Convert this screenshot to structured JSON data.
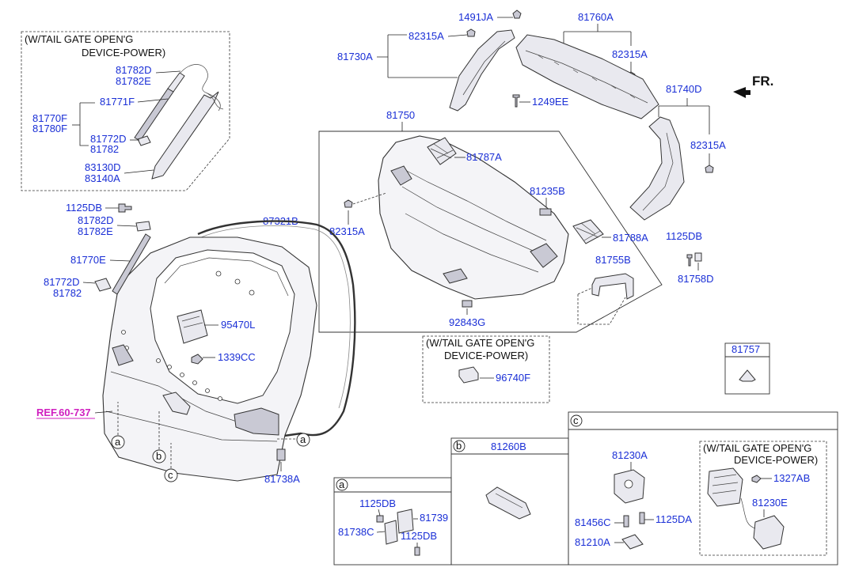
{
  "labels": {
    "p1491JA": "1491JA",
    "p81760A": "81760A",
    "p82315A_top": "82315A",
    "p81730A": "81730A",
    "p82315A_right_top": "82315A",
    "fr": "FR.",
    "p1249EE": "1249EE",
    "p81740D": "81740D",
    "p81750": "81750",
    "p81787A": "81787A",
    "p82315A_right": "82315A",
    "p81235B": "81235B",
    "p82315A_left": "82315A",
    "p81788A": "81788A",
    "p1125DB_right": "1125DB",
    "p81755B": "81755B",
    "p81758D": "81758D",
    "p92843G": "92843G",
    "p87321B": "87321B",
    "p1125DB_left": "1125DB",
    "p81782D_left": "81782D",
    "p81782E_left": "81782E",
    "p81770E": "81770E",
    "p81772D_left": "81772D",
    "p81782_left": "81782",
    "p95470L": "95470L",
    "p1339CC": "1339CC",
    "ref": "REF.60-737",
    "p81738A": "81738A",
    "p81757": "81757",
    "p96740F": "96740F",
    "p81260B": "81260B",
    "p81230A": "81230A",
    "p81456C": "81456C",
    "p1125DA": "1125DA",
    "p81210A": "81210A",
    "p1327AB": "1327AB",
    "p81230E": "81230E",
    "p1125DB_a1": "1125DB",
    "p81739": "81739",
    "p81738C": "81738C",
    "p1125DB_a2": "1125DB",
    "box1_782D": "81782D",
    "box1_782E": "81782E",
    "box1_771F": "81771F",
    "box1_770F": "81770F",
    "box1_780F": "81780F",
    "box1_772D": "81772D",
    "box1_782": "81782",
    "box1_130D": "83130D",
    "box1_140A": "83140A"
  },
  "notes": {
    "power_1": "(W/TAIL GATE OPEN'G",
    "power_2": "DEVICE-POWER)",
    "power_mid_1": "(W/TAIL GATE OPEN'G",
    "power_mid_2": "DEVICE-POWER)",
    "power_c_1": "(W/TAIL GATE OPEN'G",
    "power_c_2": "DEVICE-POWER)"
  },
  "callouts": {
    "a": "a",
    "b": "b",
    "c": "c"
  }
}
